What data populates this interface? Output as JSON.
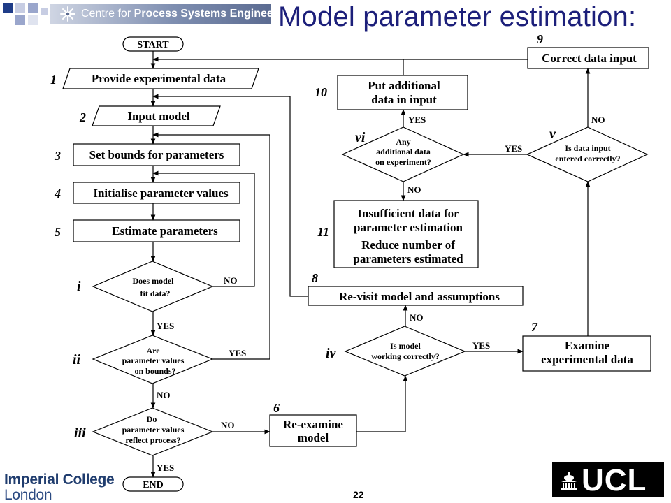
{
  "header": {
    "org_prefix": "Centre for ",
    "org_bold": "Process Systems Engineering",
    "slide_title": "Model parameter estimation:"
  },
  "flowchart": {
    "start": "START",
    "end": "END",
    "steps": [
      {
        "num": "1",
        "label": "Provide experimental  data"
      },
      {
        "num": "2",
        "label": "Input model"
      },
      {
        "num": "3",
        "label": "Set bounds for parameters"
      },
      {
        "num": "4",
        "label": "Initialise parameter values"
      },
      {
        "num": "5",
        "label": "Estimate parameters"
      },
      {
        "num": "6",
        "label_l1": "Re-examine",
        "label_l2": "model"
      },
      {
        "num": "7",
        "label_l1": "Examine",
        "label_l2": "experimental data"
      },
      {
        "num": "8",
        "label": "Re-visit model and assumptions"
      },
      {
        "num": "9",
        "label": "Correct data input"
      },
      {
        "num": "10",
        "label_l1": "Put additional",
        "label_l2": "data in input"
      },
      {
        "num": "11",
        "label_l1": "Insufficient data for",
        "label_l2": "parameter estimation",
        "label_l3": "Reduce number of",
        "label_l4": "parameters estimated"
      }
    ],
    "decisions": [
      {
        "num": "i",
        "label_l1": "Does model",
        "label_l2": "fit data?"
      },
      {
        "num": "ii",
        "label_l1": "Are",
        "label_l2": "parameter values",
        "label_l3": "on bounds?"
      },
      {
        "num": "iii",
        "label_l1": "Do",
        "label_l2": "parameter values",
        "label_l3": "reflect process?"
      },
      {
        "num": "iv",
        "label_l1": "Is model",
        "label_l2": "working correctly?"
      },
      {
        "num": "v",
        "label_l1": "Is data input",
        "label_l2": "entered correctly?"
      },
      {
        "num": "vi",
        "label_l1": "Any",
        "label_l2": "additional data",
        "label_l3": "on experiment?"
      }
    ],
    "yes": "YES",
    "no": "NO"
  },
  "footer": {
    "imperial_l1": "Imperial College",
    "imperial_l2": "London",
    "page_number": "22",
    "ucl": "UCL"
  }
}
